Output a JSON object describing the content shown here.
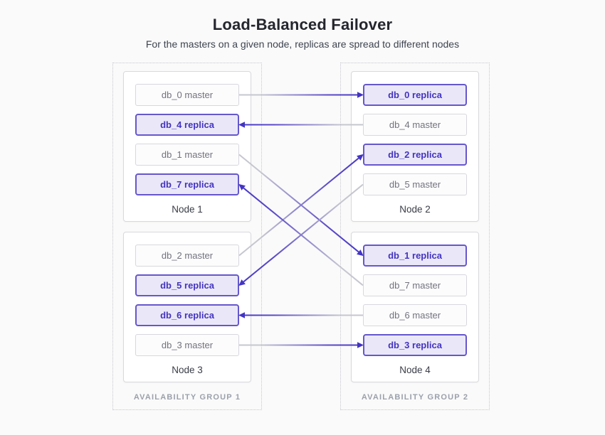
{
  "header": {
    "title": "Load-Balanced Failover",
    "subtitle": "For the masters on a given node, replicas are spread to different nodes"
  },
  "groups": [
    {
      "label": "AVAILABILITY GROUP 1",
      "nodes": [
        {
          "label": "Node 1",
          "items": [
            {
              "id": "db_0_master",
              "text": "db_0 master",
              "type": "master"
            },
            {
              "id": "db_4_replica",
              "text": "db_4 replica",
              "type": "replica"
            },
            {
              "id": "db_1_master",
              "text": "db_1 master",
              "type": "master"
            },
            {
              "id": "db_7_replica",
              "text": "db_7 replica",
              "type": "replica"
            }
          ]
        },
        {
          "label": "Node 3",
          "items": [
            {
              "id": "db_2_master",
              "text": "db_2 master",
              "type": "master"
            },
            {
              "id": "db_5_replica",
              "text": "db_5 replica",
              "type": "replica"
            },
            {
              "id": "db_6_replica",
              "text": "db_6 replica",
              "type": "replica"
            },
            {
              "id": "db_3_master",
              "text": "db_3 master",
              "type": "master"
            }
          ]
        }
      ]
    },
    {
      "label": "AVAILABILITY GROUP 2",
      "nodes": [
        {
          "label": "Node 2",
          "items": [
            {
              "id": "db_0_replica",
              "text": "db_0 replica",
              "type": "replica"
            },
            {
              "id": "db_4_master",
              "text": "db_4 master",
              "type": "master"
            },
            {
              "id": "db_2_replica",
              "text": "db_2 replica",
              "type": "replica"
            },
            {
              "id": "db_5_master",
              "text": "db_5 master",
              "type": "master"
            }
          ]
        },
        {
          "label": "Node 4",
          "items": [
            {
              "id": "db_1_replica",
              "text": "db_1 replica",
              "type": "replica"
            },
            {
              "id": "db_7_master",
              "text": "db_7 master",
              "type": "master"
            },
            {
              "id": "db_6_master",
              "text": "db_6 master",
              "type": "master"
            },
            {
              "id": "db_3_replica",
              "text": "db_3 replica",
              "type": "replica"
            }
          ]
        }
      ]
    }
  ],
  "connections": [
    {
      "from": "db_0_master",
      "to": "db_0_replica"
    },
    {
      "from": "db_4_master",
      "to": "db_4_replica"
    },
    {
      "from": "db_1_master",
      "to": "db_1_replica"
    },
    {
      "from": "db_2_master",
      "to": "db_2_replica"
    },
    {
      "from": "db_7_master",
      "to": "db_7_replica"
    },
    {
      "from": "db_5_master",
      "to": "db_5_replica"
    },
    {
      "from": "db_6_master",
      "to": "db_6_replica"
    },
    {
      "from": "db_3_master",
      "to": "db_3_replica"
    }
  ],
  "colors": {
    "page_bg": "#fafafa",
    "title_color": "#24262e",
    "subtitle_color": "#3e4450",
    "group_border": "#c7c7cf",
    "group_label_color": "#9ba0ab",
    "node_bg": "#ffffff",
    "node_border": "#d9d9dd",
    "node_label": "#3a3d47",
    "master_bg": "#fcfcfd",
    "master_border": "#d8d8de",
    "master_text": "#72727e",
    "replica_bg": "#eae7f9",
    "replica_border": "#6557cc",
    "replica_text": "#4334bf",
    "line_start": "#c6c6d0",
    "line_end": "#4738c6",
    "arrow_head": "#4334c4"
  }
}
